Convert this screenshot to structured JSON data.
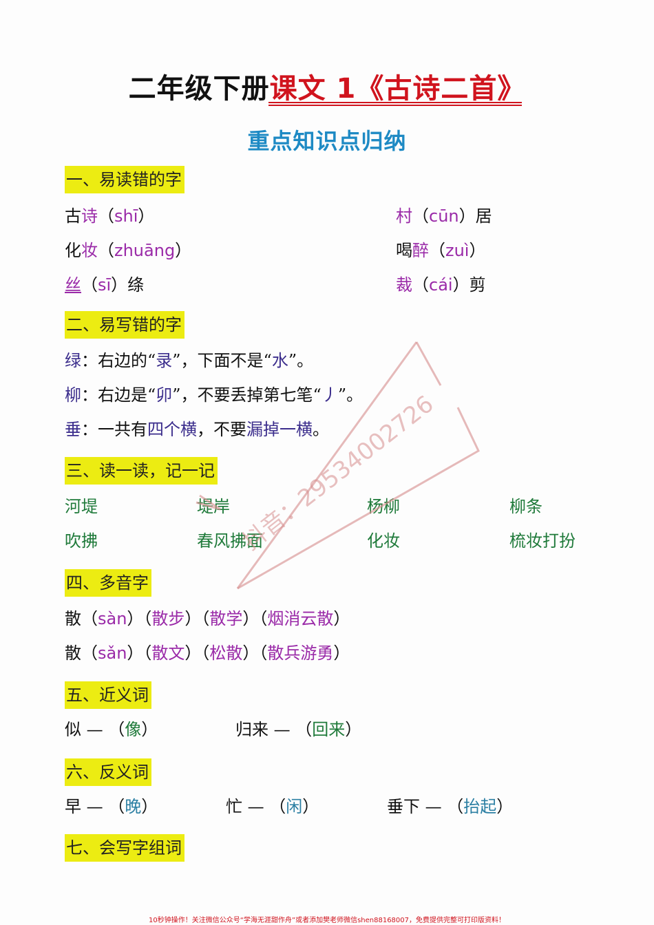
{
  "header": {
    "title_black": "二年级下册",
    "title_red": "课文 1《古诗二首》",
    "subtitle": "重点知识点归纳"
  },
  "sections": {
    "s1": {
      "heading": "一、易读错的字",
      "items": [
        {
          "pre": "古",
          "hl": "诗",
          "open": "（",
          "pinyin": "shī",
          "close": "）",
          "post": ""
        },
        {
          "pre": "化",
          "hl": "妆",
          "open": "（",
          "pinyin": "zhuāng",
          "close": "）",
          "post": ""
        },
        {
          "pre": "",
          "hl": "丝",
          "open": "（",
          "pinyin": "sī",
          "close": "）",
          "post": "绦"
        },
        {
          "pre": "",
          "hl": "村",
          "open": "（",
          "pinyin": "cūn",
          "close": "）",
          "post": "居"
        },
        {
          "pre": "喝",
          "hl": "醉",
          "open": "（",
          "pinyin": "zuì",
          "close": "）",
          "post": ""
        },
        {
          "pre": "",
          "hl": "裁",
          "open": "（",
          "pinyin": "cái",
          "close": "）",
          "post": "剪"
        }
      ]
    },
    "s2": {
      "heading": "二、易写错的字",
      "lines": [
        {
          "char": "绿",
          "a": "：右边的“",
          "b": "录",
          "c": "”，下面不是“",
          "d": "水",
          "e": "”。"
        },
        {
          "char": "柳",
          "a": "：右边是“",
          "b": "卯",
          "c": "”，不要丢掉第七笔“",
          "d": "丿",
          "e": "”。"
        },
        {
          "char": "垂",
          "a": "：一共有",
          "b": "四个横",
          "c": "，不要",
          "d": "漏掉一横",
          "e": "。"
        }
      ]
    },
    "s3": {
      "heading": "三、读一读，记一记",
      "words": [
        "河堤",
        "堤岸",
        "杨柳",
        "柳条",
        "吹拂",
        "春风拂面",
        "化妆",
        "梳妆打扮"
      ]
    },
    "s4": {
      "heading": "四、多音字",
      "lines": [
        {
          "char": "散",
          "pinyin": "sàn",
          "w1": "散步",
          "w2": "散学",
          "w3": "烟消云散"
        },
        {
          "char": "散",
          "pinyin": "sǎn",
          "w1": "散文",
          "w2": "松散",
          "w3": "散兵游勇"
        }
      ]
    },
    "s5": {
      "heading": "五、近义词",
      "pairs": [
        {
          "word": "似",
          "dash": "—",
          "answer": "像"
        },
        {
          "word": "归来",
          "dash": "—",
          "answer": "回来"
        }
      ]
    },
    "s6": {
      "heading": "六、反义词",
      "pairs": [
        {
          "word": "早",
          "dash": "—",
          "answer": "晚"
        },
        {
          "word": "忙",
          "dash": "—",
          "answer": "闲"
        },
        {
          "word": "垂下",
          "dash": "—",
          "answer": "抬起"
        }
      ]
    },
    "s7": {
      "heading": "七、会写字组词"
    }
  },
  "watermark": {
    "text": "抖音：29534002726"
  },
  "footer": {
    "text": "10秒钟操作！关注微信公众号“学海无涯甜作舟”或者添加樊老师微信shen88168007，免费提供完整可打印版资料！"
  },
  "colors": {
    "title_red": "#d0141e",
    "subtitle_blue": "#1e8ac4",
    "highlight_yellow": "#ecec12",
    "pinyin_purple": "#9a2aa8",
    "note_violet": "#3b2d8c",
    "word_green": "#1f7a3a",
    "antonym_teal": "#2b7fa3"
  }
}
